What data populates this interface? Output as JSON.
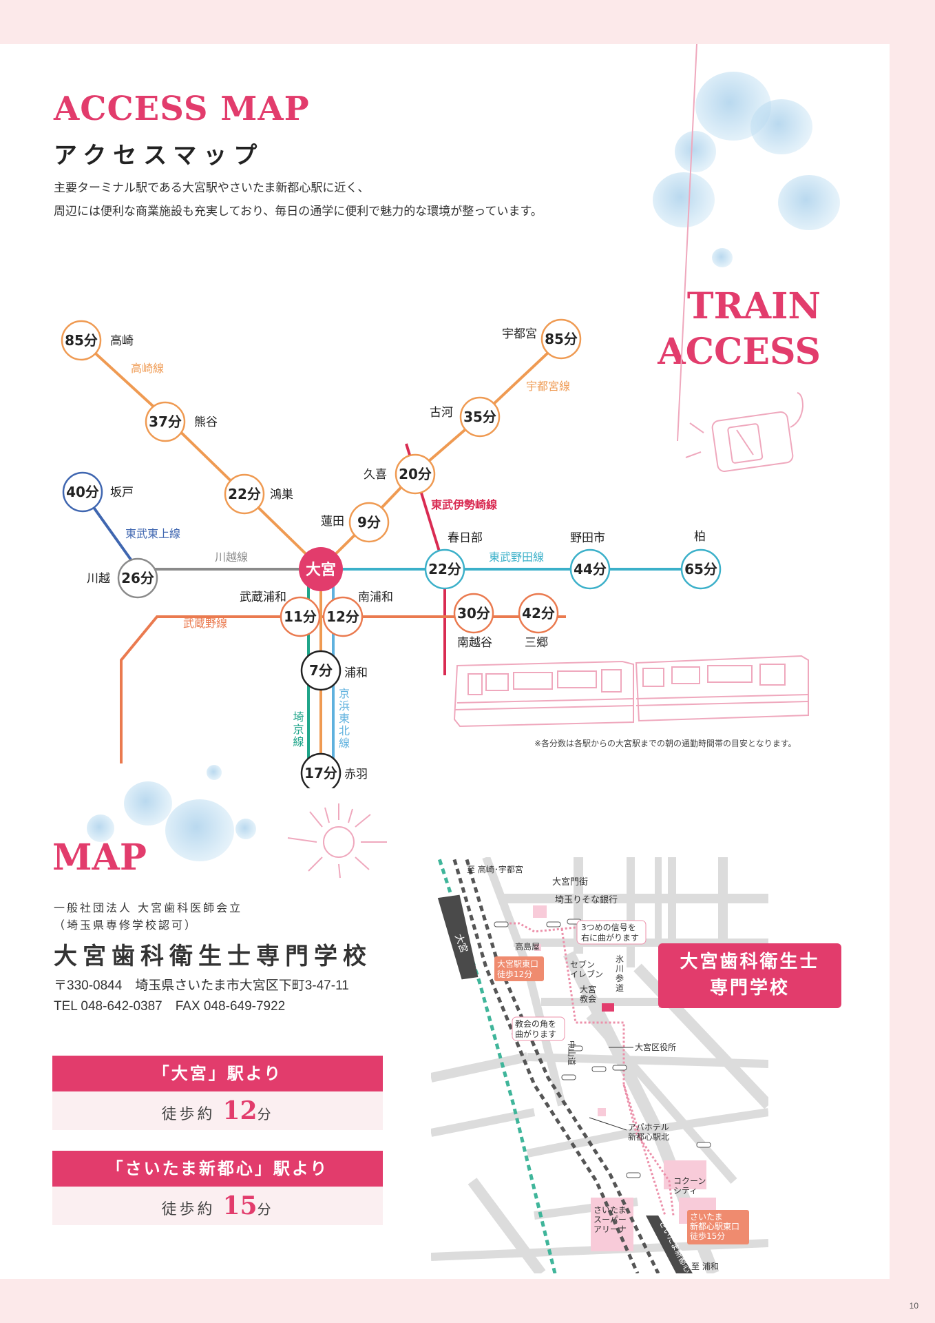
{
  "header": {
    "title_en": "ACCESS MAP",
    "title_jp": "アクセスマップ",
    "intro_line1": "主要ターミナル駅である大宮駅やさいたま新都心駅に近く、",
    "intro_line2": "周辺には便利な商業施設も充実しており、毎日の通学に便利で魅力的な環境が整っています。"
  },
  "train_access": {
    "title_line1": "TRAIN",
    "title_line2": "ACCESS",
    "center_station": "大宮",
    "stations": [
      {
        "id": "takasaki",
        "name": "高崎",
        "minutes": "85分"
      },
      {
        "id": "kumagaya",
        "name": "熊谷",
        "minutes": "37分"
      },
      {
        "id": "konosu",
        "name": "鴻巣",
        "minutes": "22分"
      },
      {
        "id": "sakado",
        "name": "坂戸",
        "minutes": "40分"
      },
      {
        "id": "kawagoe",
        "name": "川越",
        "minutes": "26分"
      },
      {
        "id": "utsunomiya",
        "name": "宇都宮",
        "minutes": "85分"
      },
      {
        "id": "koga",
        "name": "古河",
        "minutes": "35分"
      },
      {
        "id": "kuki",
        "name": "久喜",
        "minutes": "20分"
      },
      {
        "id": "hasuda",
        "name": "蓮田",
        "minutes": "9分"
      },
      {
        "id": "kasukabe",
        "name": "春日部",
        "minutes": "22分"
      },
      {
        "id": "nodashi",
        "name": "野田市",
        "minutes": "44分"
      },
      {
        "id": "kashiwa",
        "name": "柏",
        "minutes": "65分"
      },
      {
        "id": "musashiurawa",
        "name": "武蔵浦和",
        "minutes": "11分"
      },
      {
        "id": "minamiurawa",
        "name": "南浦和",
        "minutes": "12分"
      },
      {
        "id": "minamikoshigaya",
        "name": "南越谷",
        "minutes": "30分"
      },
      {
        "id": "misato",
        "name": "三郷",
        "minutes": "42分"
      },
      {
        "id": "urawa",
        "name": "浦和",
        "minutes": "7分"
      },
      {
        "id": "akabane",
        "name": "赤羽",
        "minutes": "17分"
      }
    ],
    "lines": {
      "takasaki": "高崎線",
      "utsunomiya": "宇都宮線",
      "tobu_tojo": "東武東上線",
      "kawagoe": "川越線",
      "tobu_isesaki": "東武伊勢崎線",
      "tobu_noda": "東武野田線",
      "musashino": "武蔵野線",
      "saikyo": "埼京線",
      "keihin": "京浜東北線"
    },
    "colors": {
      "orange": "#ef9a52",
      "blue": "#3f66b0",
      "gray": "#8a8a8a",
      "red": "#d92b52",
      "cyan": "#3bb0c9",
      "coral": "#ea7a4f",
      "green": "#1fa58a",
      "lightblue": "#5fb1de",
      "pink": "#e23c6c"
    },
    "note": "※各分数は各駅からの大宮駅までの朝の通勤時間帯の目安となります。"
  },
  "map": {
    "title": "MAP",
    "org_line1": "一般社団法人 大宮歯科医師会立",
    "org_line2": "（埼玉県専修学校認可）",
    "school_name": "大宮歯科衛生士専門学校",
    "address": "〒330-0844　埼玉県さいたま市大宮区下町3-47-11",
    "tel_fax": "TEL 048-642-0387　FAX 048-649-7922",
    "box1_head": "「大宮」駅より",
    "box1_prefix": "徒歩約",
    "box1_num": "12",
    "box1_unit": "分",
    "box2_head": "「さいたま新都心」駅より",
    "box2_prefix": "徒歩約",
    "box2_num": "15",
    "box2_unit": "分",
    "callout_line1": "大宮歯科衛生士",
    "callout_line2": "専門学校",
    "labels": {
      "to_north": "至 高崎･宇都宮",
      "to_south": "至 浦和",
      "omiya_st": "大宮",
      "shintoshin_st": "さいたま新都心",
      "omiya_gai": "大宮門街",
      "resona": "埼玉りそな銀行",
      "signal_l1": "3つめの信号を",
      "signal_l2": "右に曲がります",
      "takashimaya": "高島屋",
      "omiya_east_l1": "大宮駅東口",
      "omiya_east_l2": "徒歩12分",
      "seven_l1": "セブン",
      "seven_l2": "イレブン",
      "hikawa": "氷川参道",
      "church_l1": "大宮",
      "church_l2": "教会",
      "corner_l1": "教会の角を",
      "corner_l2": "曲がります",
      "nakasendo": "中山道",
      "ward_office": "大宮区役所",
      "apa_l1": "アパホテル",
      "apa_l2": "新都心駅北",
      "cocoon_l1": "コクーン",
      "cocoon_l2": "シティ",
      "arena_l1": "さいたま",
      "arena_l2": "スーパー",
      "arena_l3": "アリーナ",
      "shintoshin_east_l1": "さいたま",
      "shintoshin_east_l2": "新都心駅東口",
      "shintoshin_east_l3": "徒歩15分"
    }
  },
  "page_number": "10"
}
